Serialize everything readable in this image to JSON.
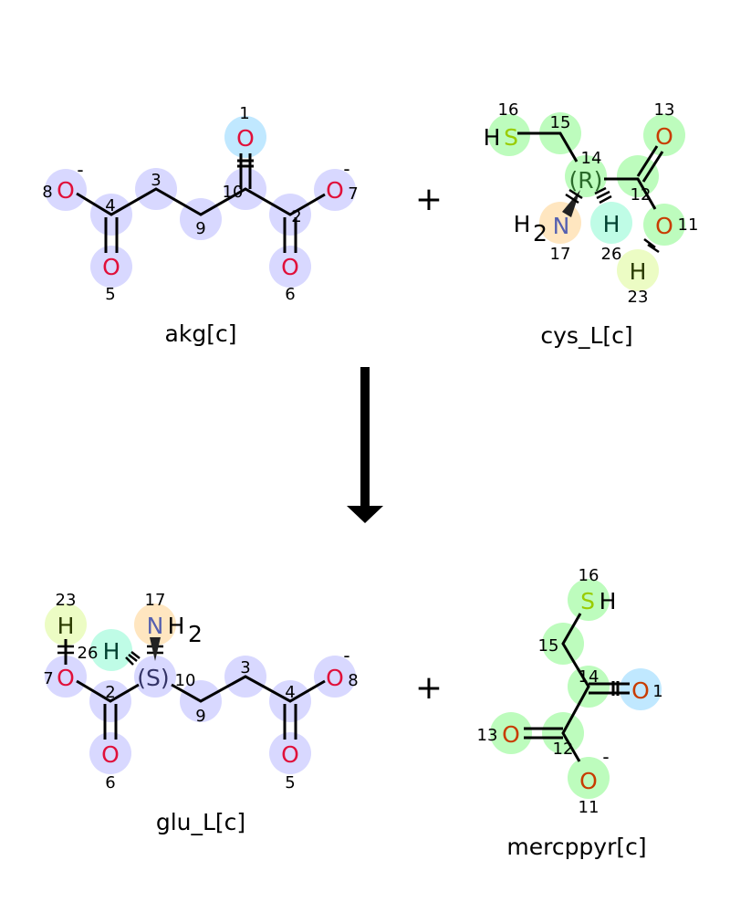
{
  "reaction": {
    "plus_sign": "+",
    "reactants": [
      {
        "name": "akg[c]",
        "atoms": {
          "O1": "O",
          "O5": "O",
          "O6": "O",
          "O7": "O",
          "O8": "O",
          "charge": "-"
        },
        "indices": [
          "1",
          "2",
          "3",
          "4",
          "5",
          "6",
          "7",
          "8",
          "9",
          "10"
        ]
      },
      {
        "name": "cys_L[c]",
        "atoms": {
          "S": "S",
          "H": "H",
          "N": "N",
          "H2": "H",
          "sub2": "2",
          "O": "O",
          "stereo": "(R)"
        },
        "indices": [
          "11",
          "12",
          "13",
          "14",
          "15",
          "16",
          "17",
          "23",
          "26"
        ]
      }
    ],
    "products": [
      {
        "name": "glu_L[c]",
        "atoms": {
          "O": "O",
          "H": "H",
          "N": "N",
          "sub2": "2",
          "stereo": "(S)",
          "charge": "-"
        },
        "indices": [
          "2",
          "3",
          "4",
          "5",
          "6",
          "7",
          "8",
          "9",
          "10",
          "17",
          "23",
          "26"
        ]
      },
      {
        "name": "mercppyr[c]",
        "atoms": {
          "S": "S",
          "H": "H",
          "O": "O",
          "charge": "-"
        },
        "indices": [
          "1",
          "11",
          "12",
          "13",
          "14",
          "15",
          "16"
        ]
      }
    ],
    "colors": {
      "lavender": "#d8d8ff",
      "light_blue": "#c0e8ff",
      "green": "#bdfcbd",
      "peach": "#ffe6c0",
      "mint": "#bffce6",
      "yellow_green": "#ecfcc4"
    }
  }
}
